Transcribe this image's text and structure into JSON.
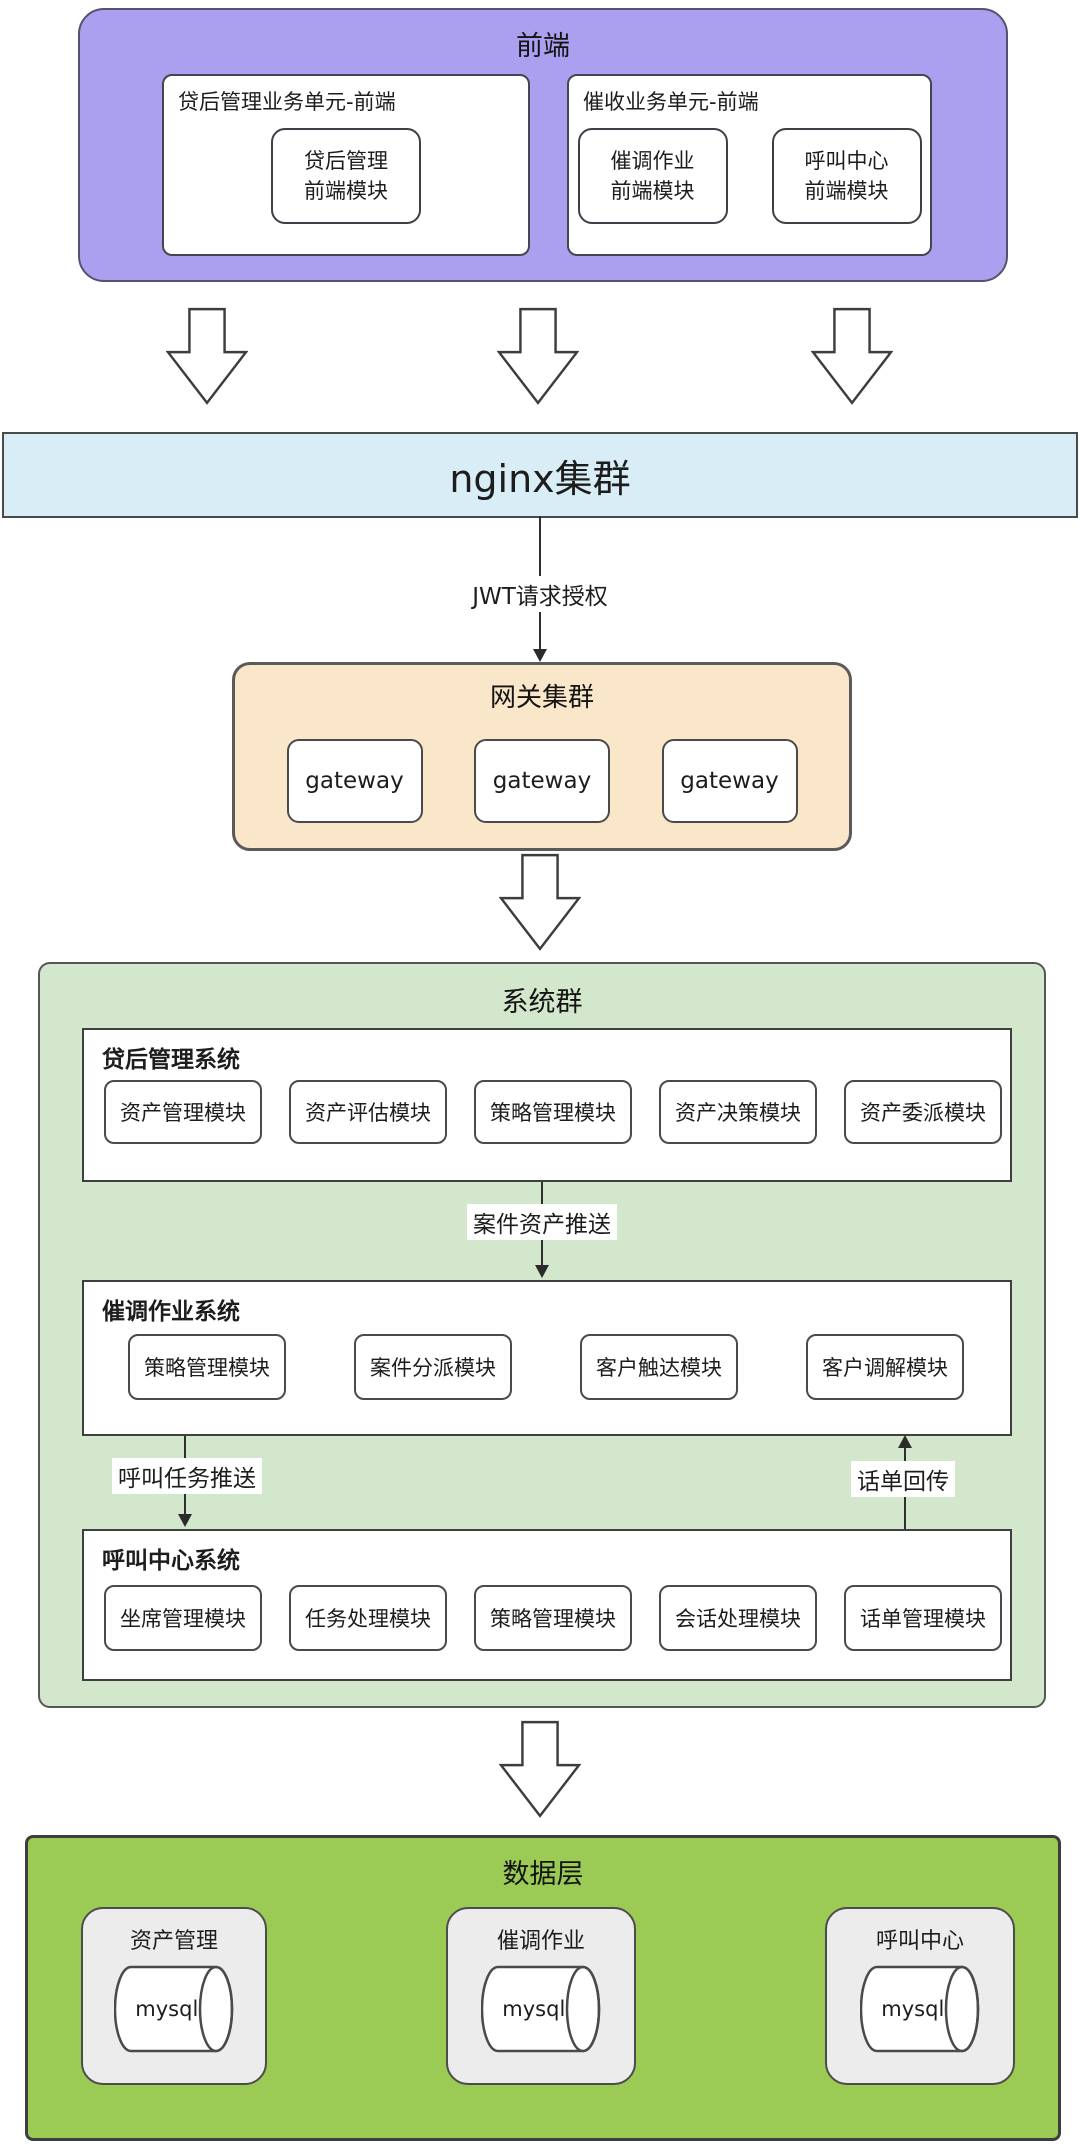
{
  "frontend": {
    "title": "前端",
    "units": [
      {
        "label": "贷后管理业务单元-前端",
        "modules": [
          {
            "line1": "贷后管理",
            "line2": "前端模块"
          }
        ]
      },
      {
        "label": "催收业务单元-前端",
        "modules": [
          {
            "line1": "催调作业",
            "line2": "前端模块"
          },
          {
            "line1": "呼叫中心",
            "line2": "前端模块"
          }
        ]
      }
    ]
  },
  "nginx": {
    "title": "nginx集群"
  },
  "jwt": {
    "label": "JWT请求授权"
  },
  "gateway": {
    "title": "网关集群",
    "nodes": [
      "gateway",
      "gateway",
      "gateway"
    ]
  },
  "system_group": {
    "title": "系统群",
    "systems": [
      {
        "name": "贷后管理系统",
        "modules": [
          "资产管理模块",
          "资产评估模块",
          "策略管理模块",
          "资产决策模块",
          "资产委派模块"
        ]
      },
      {
        "name": "催调作业系统",
        "modules": [
          "策略管理模块",
          "案件分派模块",
          "客户触达模块",
          "客户调解模块"
        ]
      },
      {
        "name": "呼叫中心系统",
        "modules": [
          "坐席管理模块",
          "任务处理模块",
          "策略管理模块",
          "会话处理模块",
          "话单管理模块"
        ]
      }
    ],
    "flows": {
      "case_push": "案件资产推送",
      "call_task_push": "呼叫任务推送",
      "cdr_return": "话单回传"
    }
  },
  "data_layer": {
    "title": "数据层",
    "stores": [
      {
        "label": "资产管理",
        "db": "mysql"
      },
      {
        "label": "催调作业",
        "db": "mysql"
      },
      {
        "label": "呼叫中心",
        "db": "mysql"
      }
    ]
  },
  "colors": {
    "frontend_purple": "#ab9ff0",
    "nginx_blue": "#d8edf6",
    "gateway_peach": "#fae6c9",
    "system_green": "#d3e7cd",
    "data_green": "#9bcb55",
    "store_gray": "#ececec",
    "line_dark": "#2e2e2e"
  }
}
